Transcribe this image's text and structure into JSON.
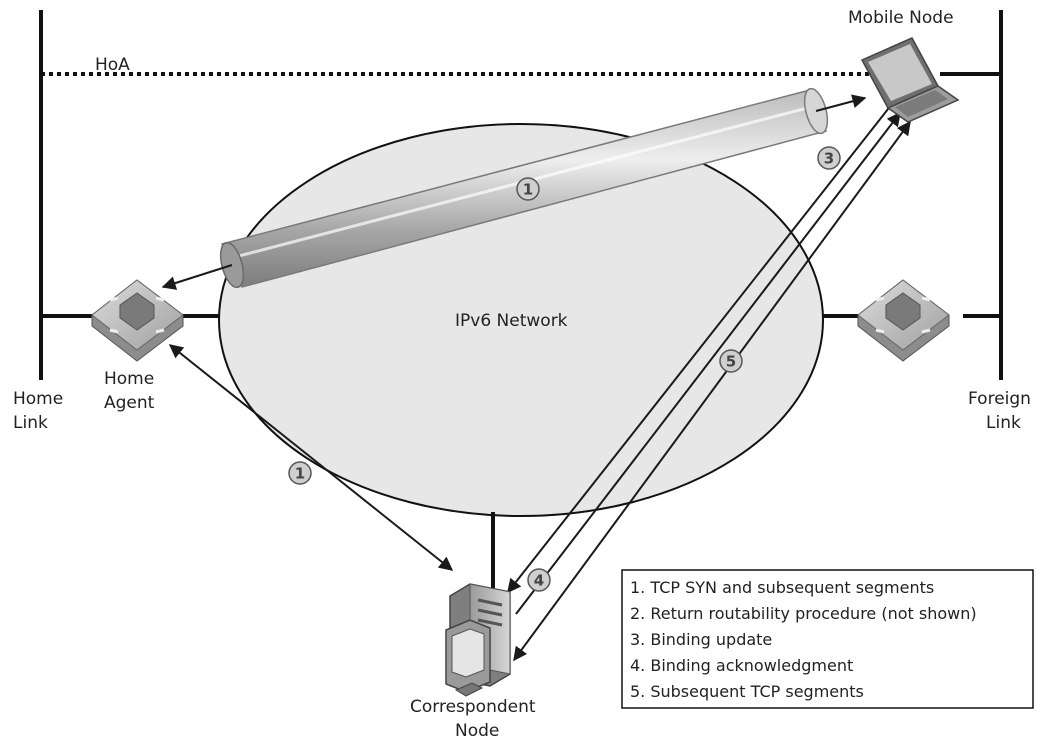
{
  "labels": {
    "hoa": "HoA",
    "mobile_node": "Mobile Node",
    "network": "IPv6 Network",
    "home_link": [
      "Home",
      "Link"
    ],
    "home_agent": [
      "Home",
      "Agent"
    ],
    "foreign_link": [
      "Foreign",
      "Link"
    ],
    "correspondent_node": [
      "Correspondent",
      "Node"
    ]
  },
  "badges": {
    "tunnel": "1",
    "ha_cn": "1",
    "binding_update": "3",
    "binding_ack": "4",
    "tcp_segments": "5"
  },
  "legend": [
    "1. TCP SYN and subsequent segments",
    "2. Return routability procedure (not shown)",
    "3. Binding update",
    "4. Binding acknowledgment",
    "5. Subsequent TCP segments"
  ]
}
